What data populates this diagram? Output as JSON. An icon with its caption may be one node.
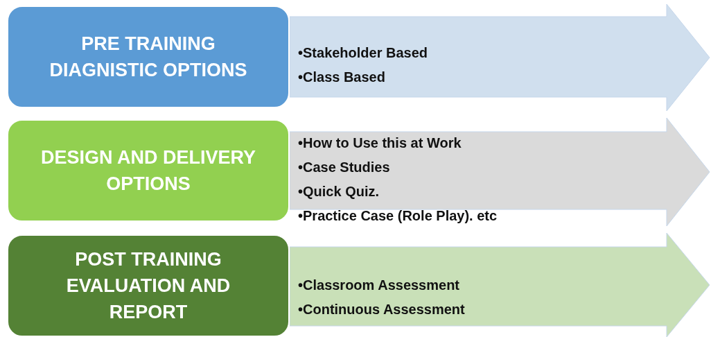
{
  "diagram": {
    "nodes": [
      {
        "text": [
          "PRE TRAINING DIAGNISTIC OPTIONS"
        ]
      },
      {
        "text": [
          "•Stakeholder Based",
          "•Class Based"
        ]
      },
      {
        "text": [
          "DESIGN AND DELIVERY OPTIONS"
        ]
      },
      {
        "text": [
          "•How to Use this at Work",
          "•Case Studies",
          "•Quick Quiz.",
          "•Practice Case (Role Play). etc"
        ]
      },
      {
        "text": [
          "POST TRAINING EVALUATION AND REPORT"
        ]
      },
      {
        "text": [
          "•Classroom Assessment",
          "•Continuous Assessment"
        ]
      }
    ]
  }
}
